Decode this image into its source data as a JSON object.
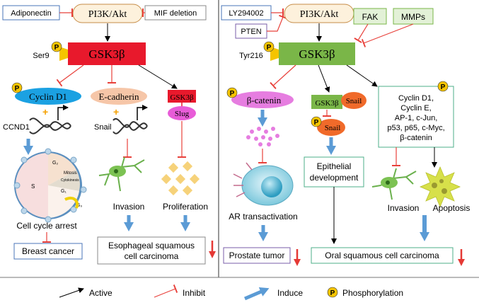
{
  "left": {
    "pi3k": "PI3K/Akt",
    "adiponectin": "Adiponectin",
    "mif_deletion": "MIF deletion",
    "ser9": "Ser9",
    "gsk3b": "GSK3β",
    "cyclin_d1": "Cyclin D1",
    "e_cadherin": "E-cadherin",
    "gsk3b_small": "GSK3β",
    "slug": "Slug",
    "ccnd1": "CCND1",
    "snail": "Snail",
    "cycle_arrest": "Cell cycle arrest",
    "invasion": "Invasion",
    "proliferation": "Proliferation",
    "breast_cancer": "Breast cancer",
    "esophageal_l1": "Esophageal squamous",
    "esophageal_l2": "cell carcinoma",
    "cycle_labels": {
      "g2": "G₂",
      "mitosis": "Mitosis",
      "cytokinesis": "Cytokinesis",
      "s": "S",
      "g1": "G₁",
      "g0": "G₀"
    }
  },
  "right": {
    "ly294002": "LY294002",
    "pten": "PTEN",
    "pi3k": "PI3K/Akt",
    "fak": "FAK",
    "mmps": "MMPs",
    "tyr216": "Tyr216",
    "gsk3b": "GSK3β",
    "beta_catenin": "β-catenin",
    "gsk3b_small": "GSK3β",
    "snail": "Snail",
    "snail2": "Snail",
    "targets": [
      "Cyclin D1,",
      "Cyclin E,",
      "AP-1, c-Jun,",
      "p53, p65, c-Myc,",
      "β-catenin"
    ],
    "ar_transactivation": "AR transactivation",
    "epithelial_l1": "Epithelial",
    "epithelial_l2": "development",
    "invasion": "Invasion",
    "apoptosis": "Apoptosis",
    "prostate_tumor": "Prostate tumor",
    "oral": "Oral squamous cell carcinoma"
  },
  "phospho_symbol": "P",
  "legend": {
    "active": "Active",
    "inhibit": "Inhibit",
    "induce": "Induce",
    "phosphorylation": "Phosphorylation"
  },
  "colors": {
    "gsk3b_left": "#e8192c",
    "gsk3b_right": "#7ab648",
    "pi3k_fill": "#fdf1dc",
    "inhibit": "#e8413b",
    "induce": "#5b9bd5",
    "phospho": "#f5c400",
    "cyclin_oval": "#1ba1e2",
    "ecadherin_oval": "#f6c6a8",
    "slug_oval": "#e85cd8",
    "beta_cat_oval": "#e67de0",
    "snail_oval": "#f06a2a",
    "fak_fill": "#e3f1d7",
    "down_arrow": "#e53935"
  }
}
